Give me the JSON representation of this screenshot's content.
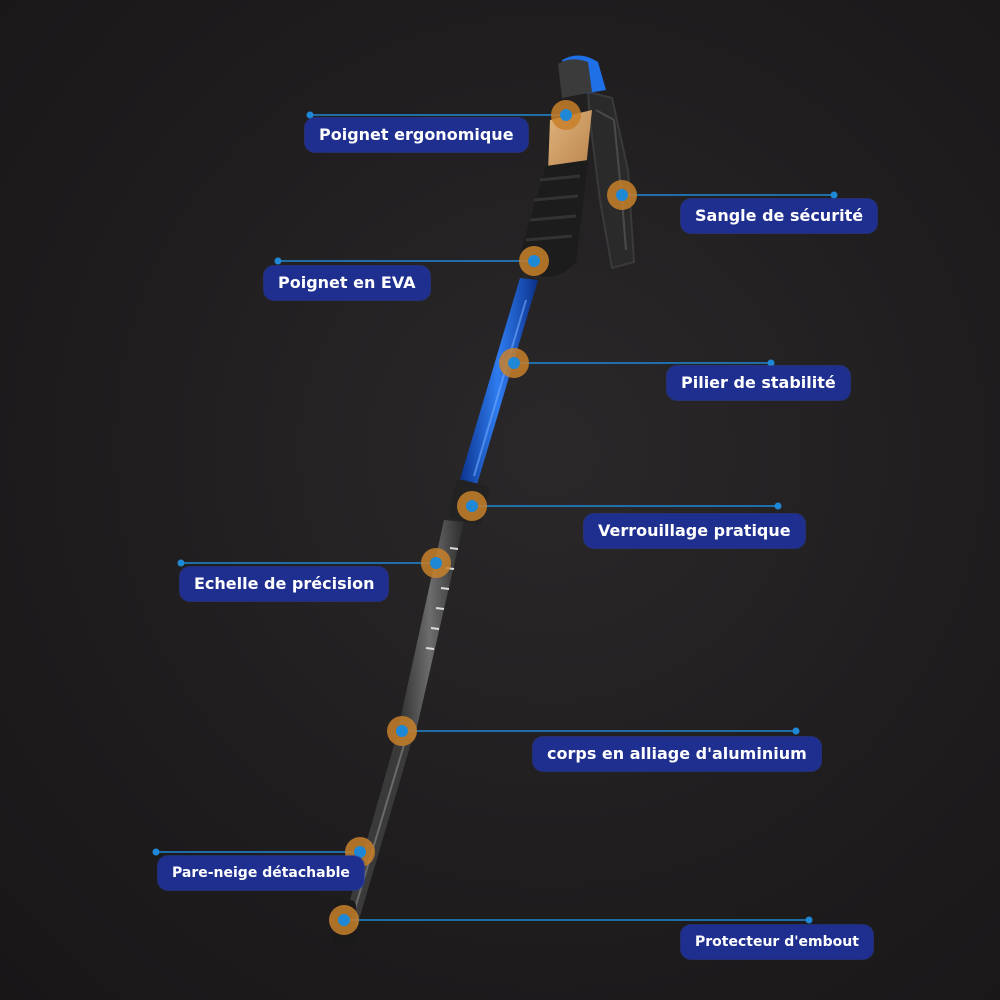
{
  "colors": {
    "label_bg": "#1f2f8f",
    "leader_line": "#1e88d6",
    "marker_ring": "#c8802a",
    "marker_dot": "#1e88d6",
    "pole_blue": "#1f5fd1"
  },
  "callouts": [
    {
      "id": "poignet-ergonomique",
      "text": "Poignet ergonomique"
    },
    {
      "id": "sangle-de-securite",
      "text": "Sangle de sécurité"
    },
    {
      "id": "poignet-en-eva",
      "text": "Poignet en EVA"
    },
    {
      "id": "pilier-de-stabilite",
      "text": "Pilier de stabilité"
    },
    {
      "id": "verrouillage-pratique",
      "text": "Verrouillage pratique"
    },
    {
      "id": "echelle-de-precision",
      "text": "Echelle de précision"
    },
    {
      "id": "corps-alliage",
      "text": "corps en alliage d'aluminium"
    },
    {
      "id": "pare-neige",
      "text": "Pare-neige détachable"
    },
    {
      "id": "protecteur-embout",
      "text": "Protecteur d'embout"
    }
  ]
}
